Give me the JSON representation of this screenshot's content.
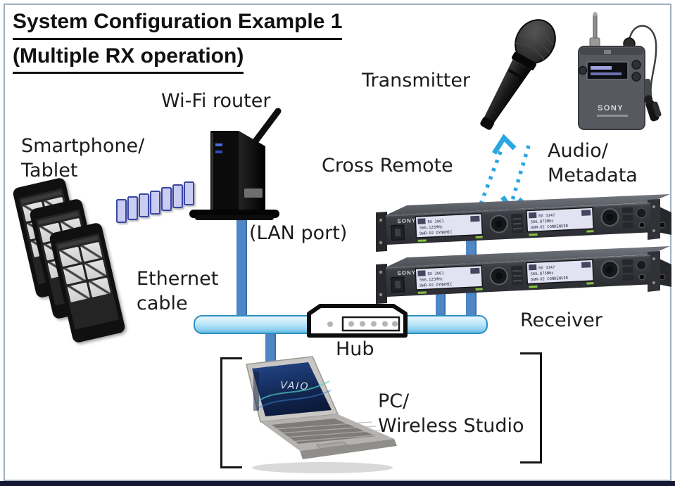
{
  "title": {
    "line1": "System Configuration Example 1",
    "line2": "(Multiple RX operation)"
  },
  "labels": {
    "smartphone_tablet": [
      "Smartphone/",
      "Tablet"
    ],
    "wifi_router": "Wi-Fi router",
    "transmitter": "Transmitter",
    "cross_remote": "Cross Remote",
    "audio_metadata": [
      "Audio/",
      "Metadata"
    ],
    "lan_port": "(LAN port)",
    "ethernet_cable": [
      "Ethernet",
      "cable"
    ],
    "hub": "Hub",
    "receiver": "Receiver",
    "pc_wireless_studio": [
      "PC/",
      "Wireless Studio"
    ]
  },
  "devices": {
    "receiver_brand": "SONY",
    "bodypack_brand": "SONY",
    "laptop_brand": "VAIO",
    "receiver_display_left": [
      "RX 3061",
      "566.125MHz",
      "DWR-02 DYNAMIC"
    ],
    "receiver_display_right": [
      "RX 3347",
      "566.875MHz",
      "DWM-02 CONDENSER"
    ]
  },
  "colors": {
    "arrow_cyan": "#2aa7e0",
    "cable_blue": "#4e86c6",
    "bus_fill": "#a5dcf5",
    "bus_border": "#2e8fc0",
    "signal_fill": "#c9cdf1",
    "signal_border": "#3a47a3",
    "bottom_bar": "#141830"
  }
}
